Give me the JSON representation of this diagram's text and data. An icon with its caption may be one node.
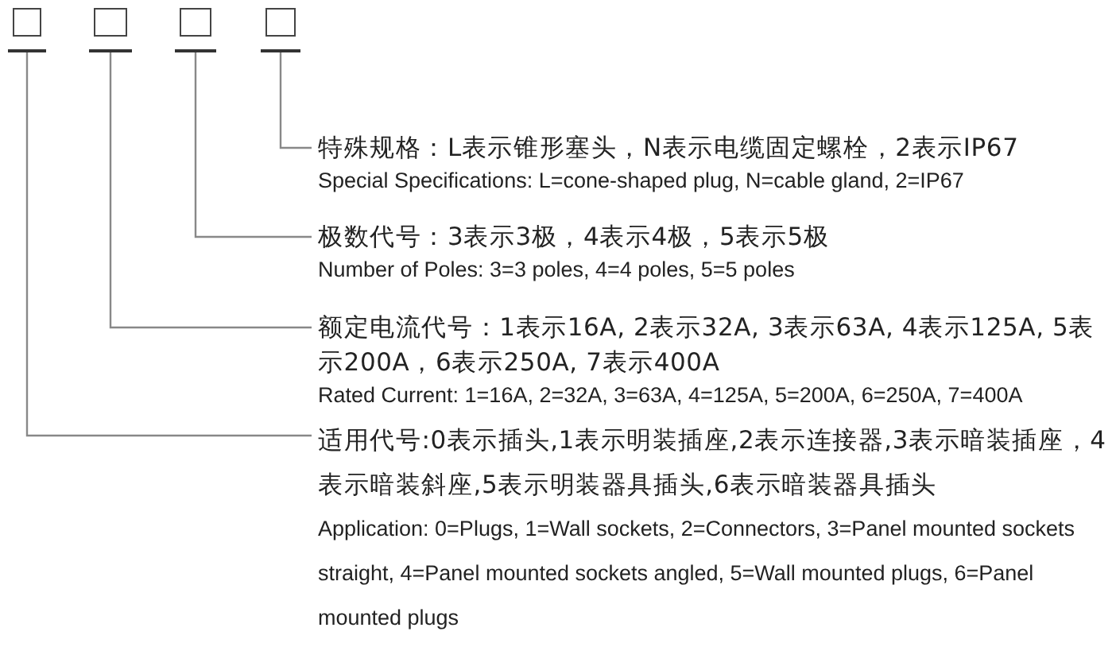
{
  "diagram": {
    "nodes": [
      {
        "text": [],
        "shape": "box"
      },
      {
        "text": [],
        "shape": "box"
      },
      {
        "text": [],
        "shape": "box"
      },
      {
        "text": [],
        "shape": "box"
      },
      {
        "text": [
          "特殊规格：L表示锥形塞头，N表示电缆固定螺栓，2表示IP67",
          "Special Specifications: L=cone-shaped plug, N=cable gland, 2=IP67"
        ]
      },
      {
        "text": [
          "极数代号：3表示3极，4表示4极，5表示5极",
          "Number of Poles: 3=3 poles, 4=4 poles, 5=5 poles"
        ]
      },
      {
        "text": [
          "额定电流代号：1表示16A, 2表示32A, 3表示63A, 4表示125A, 5表示200A，6表示250A, 7表示400A",
          "Rated Current: 1=16A, 2=32A, 3=63A, 4=125A, 5=200A, 6=250A, 7=400A"
        ]
      },
      {
        "text": [
          "适用代号:0表示插头,1表示明装插座,2表示连接器,3表示暗装插座，4表示暗装斜座,5表示明装器具插头,6表示暗装器具插头",
          "Application: 0=Plugs, 1=Wall sockets, 2=Connectors, 3=Panel mounted sockets straight, 4=Panel mounted sockets angled, 5=Wall mounted plugs, 6=Panel mounted plugs"
        ]
      }
    ],
    "edges": [
      {
        "from": 3,
        "to": 4,
        "arrow": "none"
      },
      {
        "from": 2,
        "to": 5,
        "arrow": "none"
      },
      {
        "from": 1,
        "to": 6,
        "arrow": "none"
      },
      {
        "from": 0,
        "to": 7,
        "arrow": "none"
      }
    ]
  }
}
